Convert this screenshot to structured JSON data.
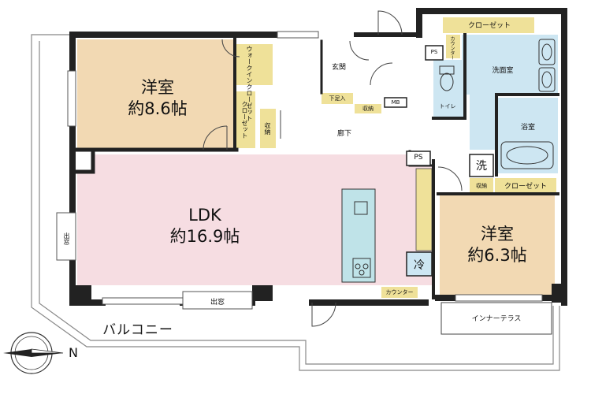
{
  "rooms": {
    "western1": {
      "name": "洋室",
      "size": "約8.6帖"
    },
    "ldk": {
      "name": "LDK",
      "size": "約16.9帖"
    },
    "western2": {
      "name": "洋室",
      "size": "約6.3帖"
    },
    "washroom": "洗面室",
    "bathroom": "浴室",
    "toilet": "トイレ",
    "entrance": "玄関",
    "hallway": "廊下"
  },
  "storage": {
    "walkin": "ウォークインクローゼット",
    "closet_w1": "クローゼット",
    "storage_hall": "収納",
    "closet_top": "クローゼット",
    "closet_w2": "クローゼット",
    "storage_w2": "収納",
    "shoe": "下足入",
    "storage_ent": "収納"
  },
  "fixtures": {
    "ps_top": "PS",
    "ps_ldk": "PS",
    "mb": "MB",
    "counter_wash": "カウンター",
    "counter_kitchen": "カウンター",
    "washer": "洗",
    "fridge": "冷"
  },
  "openings": {
    "window_left": "出窓",
    "window_bottom": "出窓"
  },
  "outdoor": {
    "balcony": "バルコニー",
    "inner_terrace": "インナーテラス"
  },
  "compass": {
    "north": "N"
  },
  "colors": {
    "western_room": "#f2d9b3",
    "ldk": "#f6dde2",
    "wet_area": "#cde6f2",
    "storage": "#efe199",
    "wall": "#222222"
  }
}
